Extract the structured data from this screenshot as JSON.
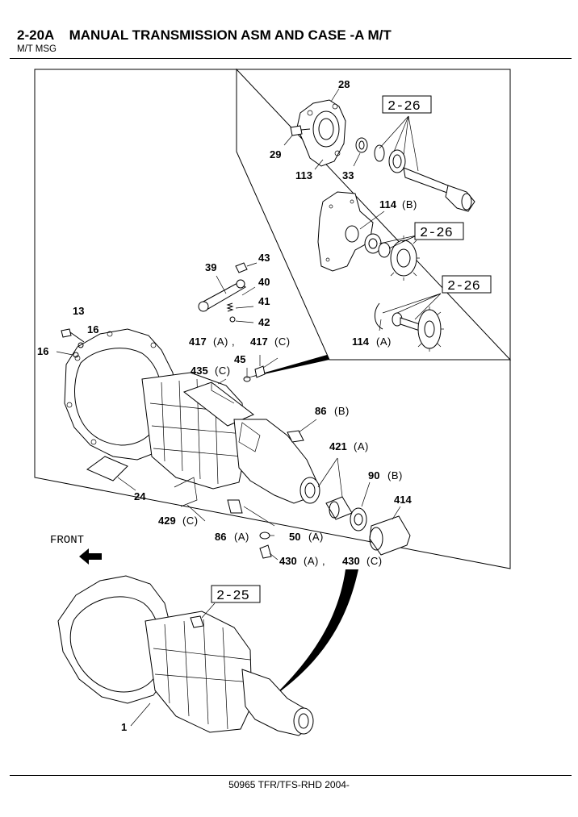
{
  "header": {
    "title": "2-20A    MANUAL TRANSMISSION ASM AND CASE -A M/T",
    "subtitle": "M/T MSG"
  },
  "footer": {
    "text": "50965 TFR/TFS-RHD 2004-"
  },
  "direction_label": "FRONT",
  "references": {
    "ref_top": "2-26",
    "ref_mid": "2-26",
    "ref_low": "2-26",
    "ref_bottom": "2-25"
  },
  "callouts": {
    "p28": "28",
    "p29": "29",
    "p113": "113",
    "p33": "33",
    "p114b": "114",
    "p114b_var": "(B)",
    "p114a": "114",
    "p114a_var": "(A)",
    "p43": "43",
    "p39": "39",
    "p40": "40",
    "p41": "41",
    "p42": "42",
    "p13": "13",
    "p16a": "16",
    "p16b": "16",
    "p417a": "417",
    "p417a_var": "(A) ,",
    "p417c": "417",
    "p417c_var": "(C)",
    "p45": "45",
    "p435": "435",
    "p435_var": "(C)",
    "p86b": "86",
    "p86b_var": "(B)",
    "p421": "421",
    "p421_var": "(A)",
    "p90": "90",
    "p90_var": "(B)",
    "p414": "414",
    "p24": "24",
    "p429": "429",
    "p429_var": "(C)",
    "p86a": "86",
    "p86a_var": "(A)",
    "p50": "50",
    "p50_var": "(A)",
    "p430a": "430",
    "p430a_var": "(A) ,",
    "p430c": "430",
    "p430c_var": "(C)",
    "p1": "1"
  }
}
